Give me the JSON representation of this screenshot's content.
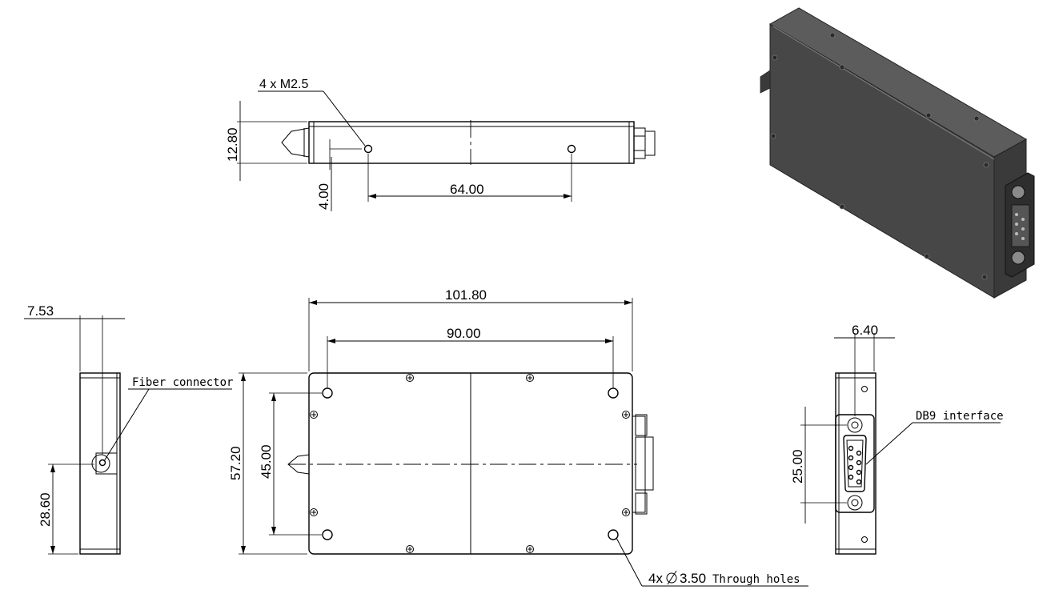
{
  "dimensions": {
    "side_height": "12.80",
    "side_hole_offset": "4.00",
    "side_hole_spacing": "64.00",
    "thickness": "7.53",
    "fiber_height": "28.60",
    "overall_length": "101.80",
    "hole_spacing_x": "90.00",
    "overall_width": "57.20",
    "hole_spacing_y": "45.00",
    "db9_offset": "6.40",
    "db9_height": "25.00"
  },
  "notes": {
    "thread_callout": "4 x  M2.5",
    "fiber_connector": "Fiber connector",
    "db9_interface": "DB9 interface",
    "through_holes_prefix": "4x",
    "through_holes_diameter": "3.50",
    "through_holes_suffix": "Through holes"
  },
  "colors": {
    "line": "#000000",
    "body_dark": "#4a4a4a",
    "body_mid": "#3a3a3a",
    "body_light": "#6a6a6a"
  }
}
